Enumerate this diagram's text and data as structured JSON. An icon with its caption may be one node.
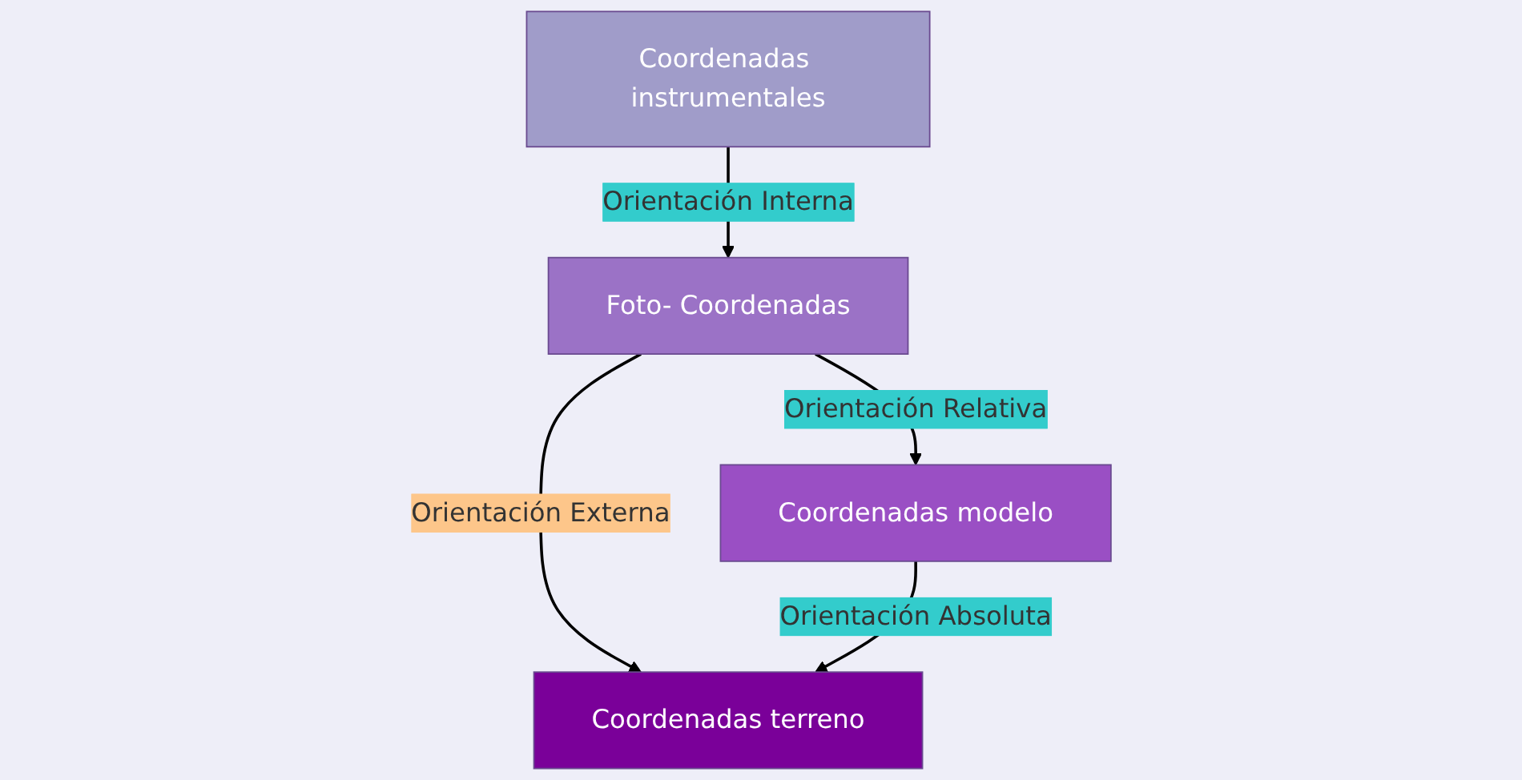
{
  "diagram": {
    "nodes": [
      {
        "text": [
          "Coordenadas instrumentales"
        ]
      },
      {
        "text": [
          "Coordenadas terreno"
        ]
      },
      {
        "text": [
          "Foto- Coordenadas"
        ]
      },
      {
        "text": [
          "Coordenadas modelo"
        ]
      }
    ],
    "edges": [
      {
        "from": 0,
        "to": 2,
        "arrow": "to",
        "label": "Orientación Interna"
      },
      {
        "from": 2,
        "to": 1,
        "arrow": "to",
        "label": "Orientación Externa"
      },
      {
        "from": 2,
        "to": 3,
        "arrow": "to",
        "label": "Orientación Relativa"
      },
      {
        "from": 3,
        "to": 1,
        "arrow": "to",
        "label": "Orientación Absoluta"
      }
    ]
  }
}
